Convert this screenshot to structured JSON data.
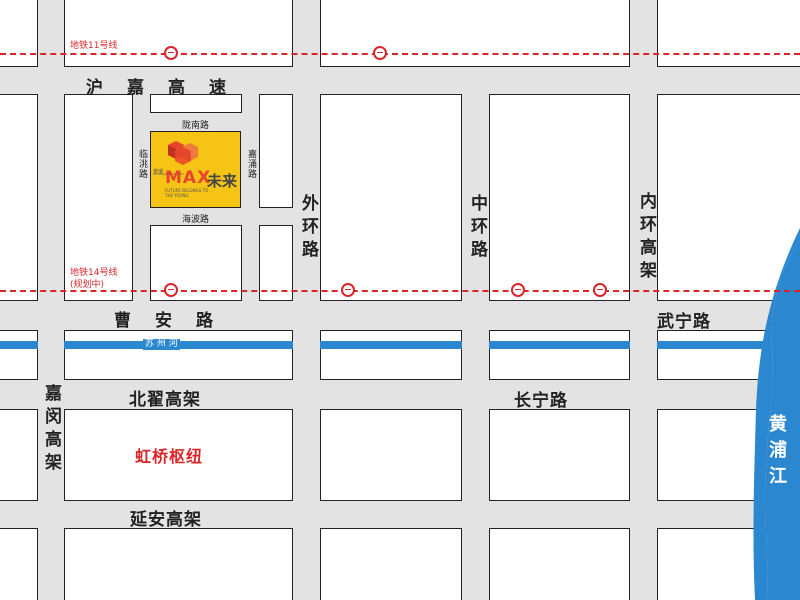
{
  "metro": {
    "line11": "地铁11号线",
    "line14": "地铁14号线",
    "line14_note": "(规划中)"
  },
  "roads": {
    "hujia": "沪嘉高速",
    "caoan": "曹安路",
    "beidi": "北翟高架",
    "yanan": "延安高架",
    "jiamin": "嘉闵高架",
    "waihuan": "外环路",
    "zhonghuan": "中环路",
    "neihuan": "内环高架",
    "wuning": "武宁路",
    "changning": "长宁路",
    "longnan": "陇南路",
    "haibo": "海波路",
    "lintao": "临洮路",
    "jiayong": "嘉涌路"
  },
  "water": {
    "suzhou_river": "苏 州 河",
    "huangpu": "黄浦江"
  },
  "landmarks": {
    "hongqiao": "虹桥枢纽"
  },
  "project": {
    "developer": "景瑞",
    "developer_en": "CHANGJIN PROPERTY",
    "name_latin": "MAX",
    "name_cn": "未来",
    "slogan_1": "FUTURE BELONGS TO",
    "slogan_2": "THE YOUNG"
  },
  "colors": {
    "metro_red": "#d9262b",
    "river_blue": "#2b87d0",
    "project_yellow": "#f6c414",
    "logo_red": "#e8432c"
  }
}
